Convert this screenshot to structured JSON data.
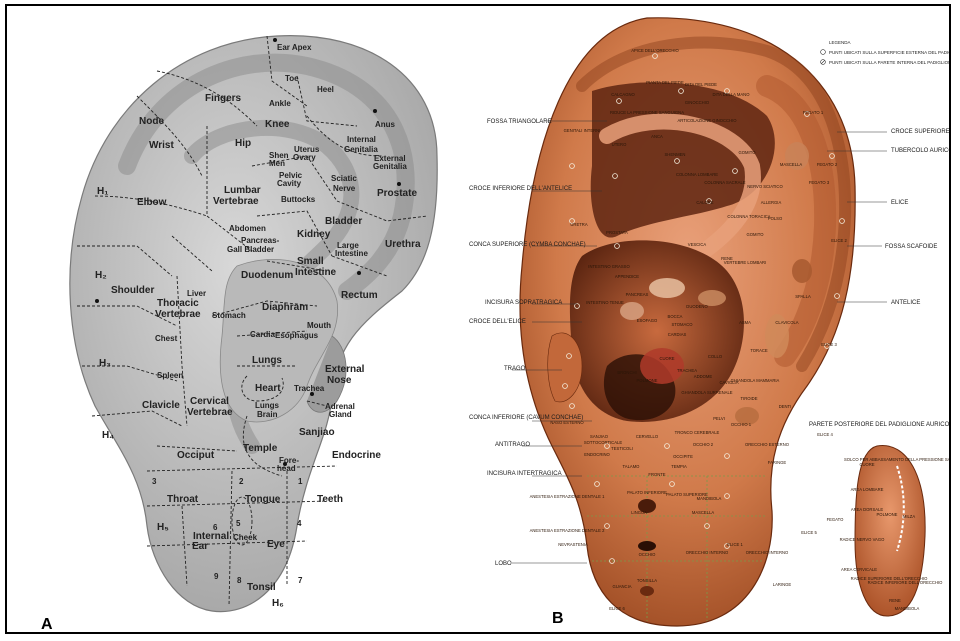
{
  "panels": {
    "a_label": "A",
    "b_label": "B"
  },
  "panel_a": {
    "regions": [
      {
        "text": "Ear Apex"
      },
      {
        "text": "Toe"
      },
      {
        "text": "Heel"
      },
      {
        "text": "Fingers"
      },
      {
        "text": "Ankle"
      },
      {
        "text": "Node"
      },
      {
        "text": "Knee"
      },
      {
        "text": "Anus"
      },
      {
        "text": "Wrist"
      },
      {
        "text": "Hip"
      },
      {
        "text": "Internal"
      },
      {
        "text": "Genitalia"
      },
      {
        "text": "Shen"
      },
      {
        "text": "Men"
      },
      {
        "text": "Uterus"
      },
      {
        "text": "Ovary"
      },
      {
        "text": "External"
      },
      {
        "text": "Genitalia"
      },
      {
        "text": "Pelvic"
      },
      {
        "text": "Cavity"
      },
      {
        "text": "H₁"
      },
      {
        "text": "Elbow"
      },
      {
        "text": "Lumbar"
      },
      {
        "text": "Vertebrae"
      },
      {
        "text": "Sciatic"
      },
      {
        "text": "Nerve"
      },
      {
        "text": "Prostate"
      },
      {
        "text": "Buttocks"
      },
      {
        "text": "Abdomen"
      },
      {
        "text": "Bladder"
      },
      {
        "text": "Pancreas-"
      },
      {
        "text": "Gall Bladder"
      },
      {
        "text": "Kidney"
      },
      {
        "text": "Large"
      },
      {
        "text": "Intestine"
      },
      {
        "text": "Urethra"
      },
      {
        "text": "H₂"
      },
      {
        "text": "Duodenum"
      },
      {
        "text": "Small"
      },
      {
        "text": "Intestine"
      },
      {
        "text": "Shoulder"
      },
      {
        "text": "Liver"
      },
      {
        "text": "Rectum"
      },
      {
        "text": "Thoracic"
      },
      {
        "text": "Vertebrae"
      },
      {
        "text": "Diaphram"
      },
      {
        "text": "Stomach"
      },
      {
        "text": "Mouth"
      },
      {
        "text": "Chest"
      },
      {
        "text": "Cardia"
      },
      {
        "text": "Esophagus"
      },
      {
        "text": "H₃"
      },
      {
        "text": "Spleen"
      },
      {
        "text": "Lungs"
      },
      {
        "text": "External"
      },
      {
        "text": "Nose"
      },
      {
        "text": "Heart"
      },
      {
        "text": "Trachea"
      },
      {
        "text": "Clavicle"
      },
      {
        "text": "Cervical"
      },
      {
        "text": "Vertebrae"
      },
      {
        "text": "Adrenal"
      },
      {
        "text": "Gland"
      },
      {
        "text": "Lungs"
      },
      {
        "text": "Brain"
      },
      {
        "text": "H₄"
      },
      {
        "text": "Sanjiao"
      },
      {
        "text": "Temple"
      },
      {
        "text": "Occiput"
      },
      {
        "text": "Fore-"
      },
      {
        "text": "head"
      },
      {
        "text": "Endocrine"
      },
      {
        "text": "Throat"
      },
      {
        "text": "Tongue"
      },
      {
        "text": "Teeth"
      },
      {
        "text": "H₅"
      },
      {
        "text": "Internal"
      },
      {
        "text": "Ear"
      },
      {
        "text": "Cheek"
      },
      {
        "text": "Eye"
      },
      {
        "text": "Tonsil"
      },
      {
        "text": "H₆"
      },
      {
        "text": "1"
      },
      {
        "text": "2"
      },
      {
        "text": "3"
      },
      {
        "text": "4"
      },
      {
        "text": "5"
      },
      {
        "text": "6"
      },
      {
        "text": "7"
      },
      {
        "text": "8"
      },
      {
        "text": "9"
      }
    ]
  },
  "panel_b": {
    "legend_title": "LEGENDA",
    "legend_items": [
      "PUNTI UBICATI SULLA SUPERFICIE ESTERNA DEL PADIGLIONE AURICOLARE",
      "PUNTI UBICATI SULLA PARETE INTERNA DEL PADIGLIONE AURICOLARE"
    ],
    "left_labels": [
      "FOSSA TRIANGOLARE",
      "CROCE INFERIORE DELL'ANTELICE",
      "CONCA SUPERIORE (CYMBA CONCHAE)",
      "INCISURA SOPRATRAGICA",
      "CROCE DELL'ELICE",
      "TRAGO",
      "CONCA INFERIORE (CAVUM CONCHAE)",
      "ANTITRAGO",
      "INCISURA INTERTRAGICA",
      "LOBO"
    ],
    "right_labels": [
      "CROCE SUPERIORE DELL'ANTELICE",
      "TUBERCOLO AURICOLARE",
      "ELICE",
      "FOSSA SCAFOIDE",
      "ANTELICE"
    ],
    "posterior_title": "PARETE POSTERIORE DEL PADIGLIONE AURICOLARE",
    "points": [
      "APICE DELL'ORECCHIO",
      "CALCAGNO",
      "PIANTA DEL PIEDE",
      "DITA DEL PIEDE",
      "DITA DELLA MANO",
      "GINOCCHIO",
      "RIDUCE LA PRESSIONE SANGUIGNA",
      "ARTICOLAZIONE GINOCCHIO",
      "FEGATO 1",
      "GENITALI INTERNI",
      "UTERO",
      "ANCA",
      "SHENMEN",
      "GOMITO",
      "FEGATO 2",
      "COLONNA LOMBARE",
      "COLONNA SACRALE",
      "NERVO SCIATICO",
      "CALORE",
      "COLONNA TORACICA",
      "URETRA",
      "PROSTATA",
      "VESCICA",
      "RENE",
      "INTESTINO GRASSO",
      "APPENDICE",
      "VERTEBRE LOMBARI",
      "FEGATO 3",
      "PANCREAS",
      "INTESTINO TENUE",
      "DUODENO",
      "STOMACO",
      "CARDIAS",
      "BOCCA",
      "ESOFAGO",
      "SPALLA",
      "CLAVICOLA",
      "CUORE",
      "POLMONE",
      "BRONCHI",
      "TRACHEA",
      "GHIANDOLA SURRENALE",
      "NASO ESTERNO",
      "SANJIAO",
      "CERVELLO",
      "TRONCO CEREBRALE",
      "ENDOCRINO",
      "OCCIPITE",
      "SOTTOCORTICALE",
      "TESTICOLI",
      "TALAMO",
      "FRONTE",
      "TEMPIA",
      "PALATO INFERIORE",
      "PALATO SUPERIORE",
      "LINGUA",
      "MASCELLA",
      "MANDIBOLA",
      "ANESTESIA ESTRAZIONE DENTALE 1",
      "ANESTESIA ESTRAZIONE DENTALE 2",
      "NEVRASTENIA",
      "OCCHIO",
      "ORECCHIO INTERNO",
      "TONSILLA",
      "GUANCIA",
      "ELICE 1",
      "ELICE 2",
      "ELICE 3",
      "ELICE 4",
      "ELICE 5",
      "ELICE 6",
      "GOMITO",
      "POLSO",
      "SOLCO PER ABBASSAMENTO DELLA PRESSIONE SANGUIGNA",
      "CUORE",
      "AREA LOMBARE",
      "AREA DORSALE",
      "POLMONE",
      "MILZA",
      "FEGATO",
      "RADICE NERVO VAGO",
      "AREA CERVICALE",
      "RADICE SUPERIORE DELL'ORECCHIO",
      "RADICE INFERIORE DELL'ORECCHIO",
      "RENE",
      "MANDIBOLA",
      "MASCELLA",
      "ALLERGIA",
      "ASMA",
      "TORACE",
      "ADDOME",
      "COLLO",
      "CAVIGLIA",
      "GHIANDOLA MAMMARIA",
      "TIROIDE",
      "DENTI",
      "PELVI",
      "OCCHIO 1",
      "OCCHIO 2",
      "ORECCHIO ESTERNO",
      "FARINGE",
      "LARINGE",
      "ORECCHIO INTERNO",
      "AREA",
      "SPECIALE"
    ]
  },
  "colors": {
    "panel_a_ear": "#c8c8c8",
    "panel_a_ridge": "#9a9a9a",
    "panel_a_outline": "#777777",
    "panel_b_skin": "#d9885a",
    "panel_b_shadow": "#8a3e1a",
    "panel_b_cavity": "#2a0f05"
  }
}
